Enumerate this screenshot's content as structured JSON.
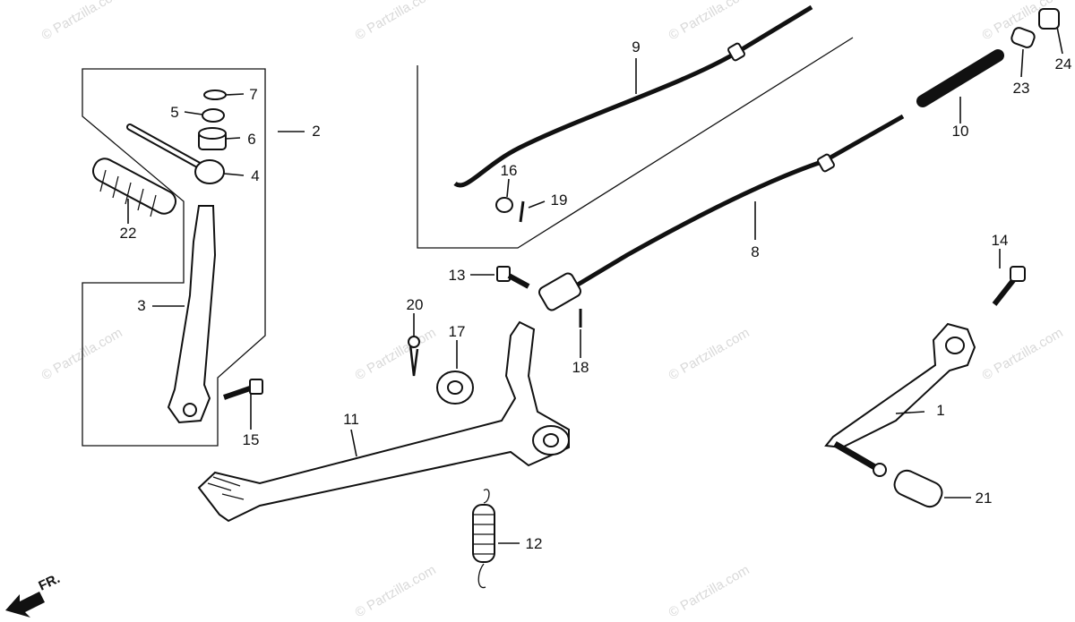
{
  "watermarks": [
    "© Partzilla.com",
    "© Partzilla.com",
    "© Partzilla.com",
    "© Partzilla.com",
    "© Partzilla.com",
    "© Partzilla.com",
    "© Partzilla.com",
    "© Partzilla.com",
    "© Partzilla.com",
    "© Partzilla.com"
  ],
  "direction_label": "FR.",
  "callouts": [
    "1",
    "2",
    "3",
    "4",
    "5",
    "6",
    "7",
    "8",
    "9",
    "10",
    "11",
    "12",
    "13",
    "14",
    "15",
    "16",
    "17",
    "18",
    "19",
    "20",
    "21",
    "22",
    "23",
    "24"
  ],
  "colors": {
    "ink": "#111111",
    "watermark": "#d9d9d9",
    "background": "#ffffff"
  }
}
